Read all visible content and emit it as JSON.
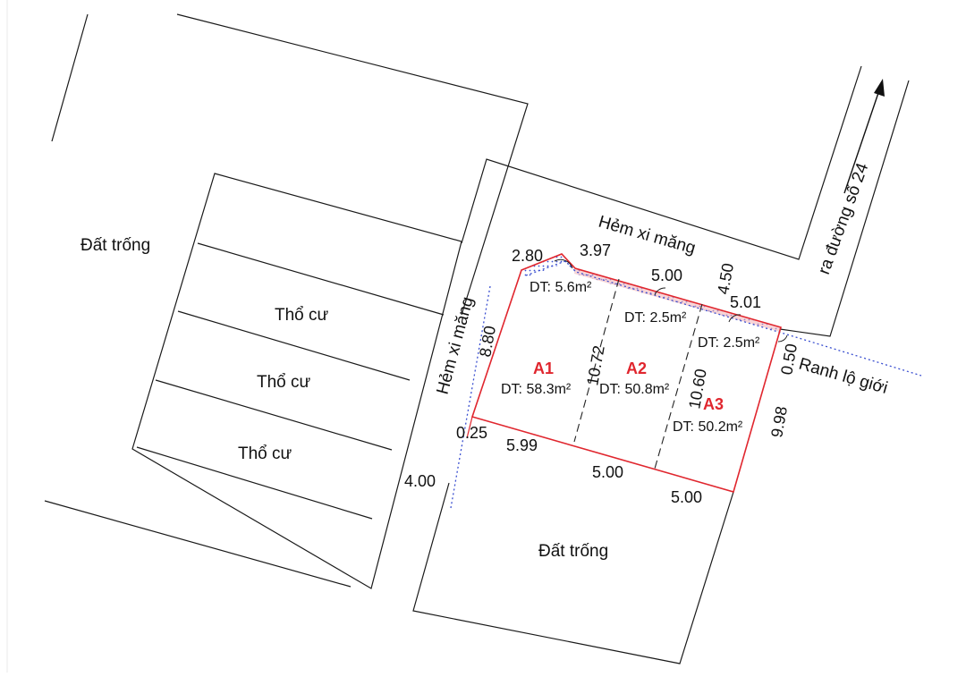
{
  "colors": {
    "lot_boundary": "#e0262e",
    "lot_label": "#e0262e",
    "setback_line": "#3a4fd0",
    "setback_hatch": "#f3b3b7",
    "line": "#1a1a1a",
    "background": "#ffffff"
  },
  "labels": {
    "empty_land_top": "Đất trống",
    "empty_land_bottom": "Đất trống",
    "residential_1": "Thổ cư",
    "residential_2": "Thổ cư",
    "residential_3": "Thổ cư",
    "cement_alley_top": "Hẻm xi măng",
    "cement_alley_left": "Hẻm xi măng",
    "to_road_24": "ra đường số 24",
    "setback_boundary": "Ranh lộ giới"
  },
  "dimensions": {
    "d_2_80": "2.80",
    "d_3_97": "3.97",
    "d_5_00_top": "5.00",
    "d_4_50": "4.50",
    "d_5_01": "5.01",
    "d_0_50": "0.50",
    "d_9_98": "9.98",
    "d_8_80": "8.80",
    "d_0_25": "0.25",
    "d_5_99": "5.99",
    "d_5_00_mid": "5.00",
    "d_5_00_bottom": "5.00",
    "d_4_00": "4.00",
    "d_10_72": "10.72",
    "d_10_60": "10.60"
  },
  "areas": {
    "setback_a1": "DT: 5.6m²",
    "setback_a2": "DT: 2.5m²",
    "setback_a3": "DT: 2.5m²",
    "lot_a1": "DT: 58.3m²",
    "lot_a2": "DT: 50.8m²",
    "lot_a3": "DT: 50.2m²"
  },
  "lots": {
    "a1": "A1",
    "a2": "A2",
    "a3": "A3"
  },
  "icons": {
    "direction_arrow": "arrow-up-icon"
  }
}
